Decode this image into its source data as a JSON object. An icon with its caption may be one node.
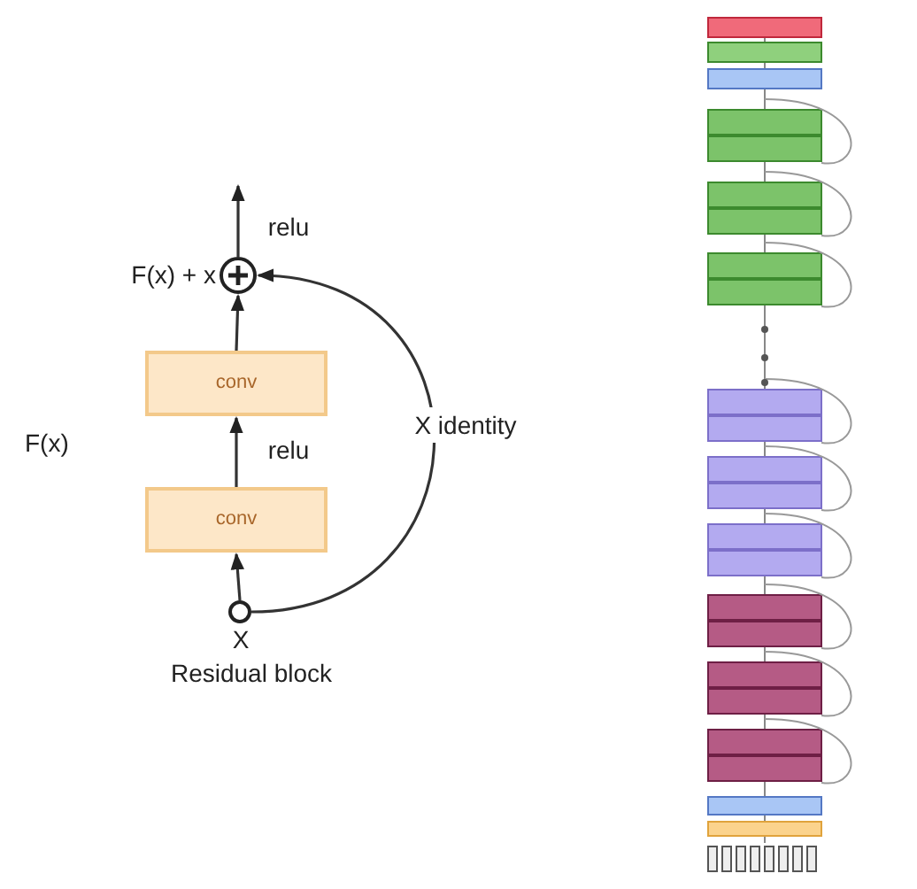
{
  "diagram": {
    "caption": "Residual block",
    "nodes": [
      {
        "text": [],
        "shape": "circle",
        "beside": [
          "X"
        ]
      },
      {
        "text": [
          "conv"
        ]
      },
      {
        "text": [
          "conv"
        ]
      },
      {
        "text": [],
        "shape": "circle",
        "beside": [
          "F(x) + x"
        ]
      }
    ],
    "edges": [
      {
        "from": 0,
        "to": 1,
        "arrow": "to"
      },
      {
        "from": 1,
        "to": 2,
        "arrow": "to",
        "label": "relu"
      },
      {
        "from": 2,
        "to": 3,
        "arrow": "to"
      },
      {
        "from": 0,
        "to": 3,
        "arrow": "to",
        "label": "X identity"
      },
      {
        "from": 3,
        "to": null,
        "arrow": "to",
        "label": "relu"
      }
    ],
    "labels": [
      "F(x)"
    ]
  }
}
